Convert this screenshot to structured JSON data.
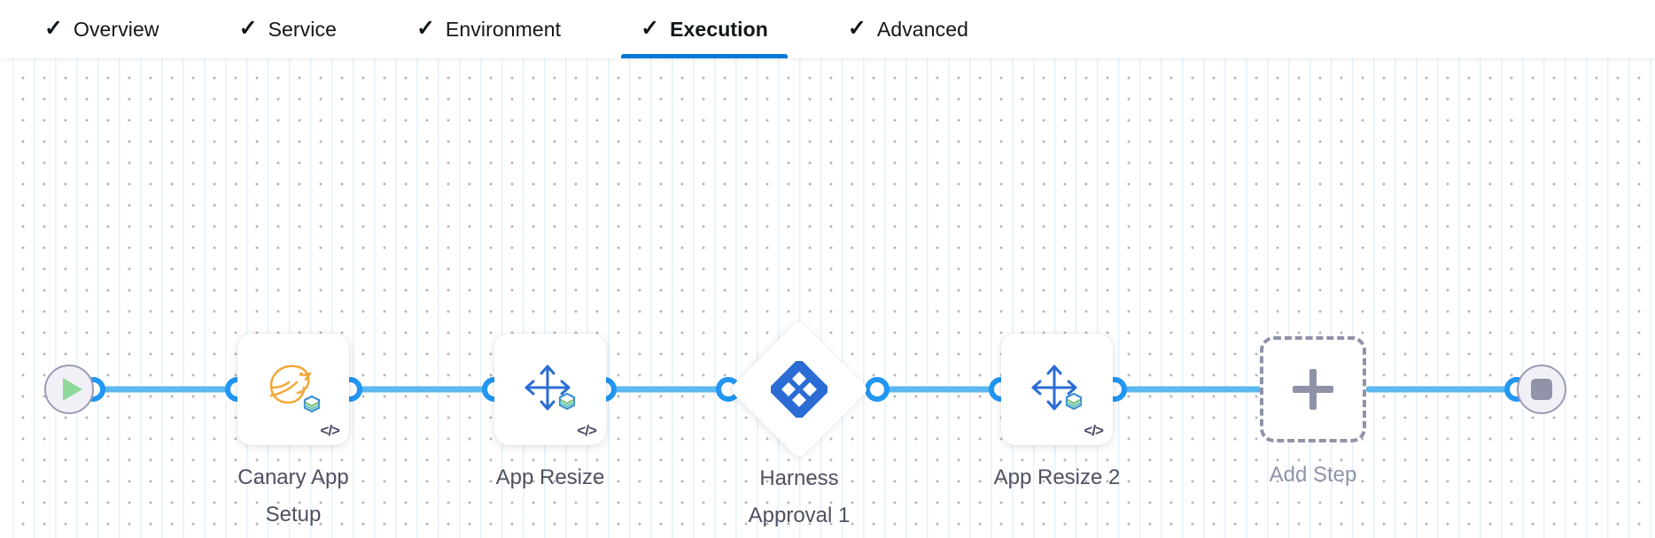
{
  "tabs": [
    {
      "label": "Overview",
      "icon": "check-icon",
      "checked": true,
      "active": false
    },
    {
      "label": "Service",
      "icon": "check-icon",
      "checked": true,
      "active": false
    },
    {
      "label": "Environment",
      "icon": "check-icon",
      "checked": true,
      "active": false
    },
    {
      "label": "Execution",
      "icon": "check-icon",
      "checked": true,
      "active": true
    },
    {
      "label": "Advanced",
      "icon": "check-icon",
      "checked": true,
      "active": false
    }
  ],
  "check_glyph": "✓",
  "colors": {
    "active_tab_underline": "#0278d5",
    "edge_line": "#5cb8ef",
    "port_ring": "#2196f3",
    "harness_logo": "#2b6cd4",
    "canary_icon": "#f2a93b",
    "resize_icon": "#2b6cd4",
    "start_play": "#8ed99a",
    "stop_square": "#9194a8",
    "terminal_ring": "#9c9bb3",
    "label_text": "#4f5162",
    "muted_text": "#8f93a8",
    "grid_dot": "#adb5bd"
  },
  "canvas": {
    "start_node": {
      "name": "start-node",
      "icon": "play-icon"
    },
    "end_node": {
      "name": "end-node",
      "icon": "stop-icon"
    },
    "steps": [
      {
        "label": "Canary App\nSetup",
        "icon": "canary-bird-icon",
        "type": "card",
        "badge": "code-icon"
      },
      {
        "label": "App Resize",
        "icon": "resize-arrows-icon",
        "type": "card",
        "badge": "code-icon"
      },
      {
        "label": "Harness\nApproval 1",
        "icon": "harness-logo-icon",
        "type": "diamond",
        "badge": ""
      },
      {
        "label": "App Resize 2",
        "icon": "resize-arrows-icon",
        "type": "card",
        "badge": "code-icon"
      }
    ],
    "add_step": {
      "label": "Add Step",
      "icon": "plus-icon"
    },
    "code_badge_glyph": "</>"
  }
}
